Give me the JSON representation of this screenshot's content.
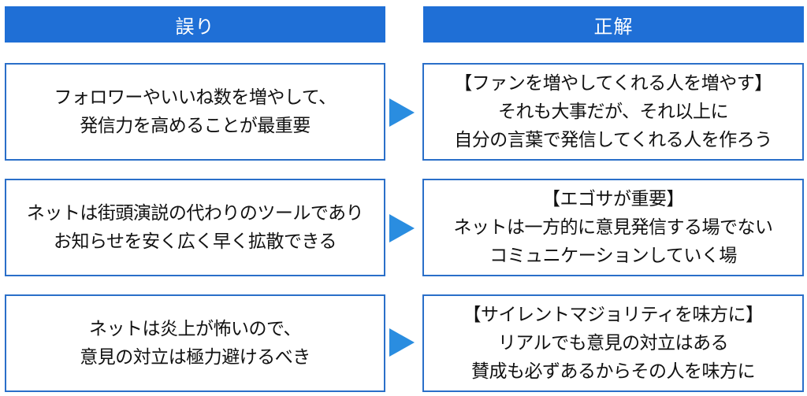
{
  "headers": {
    "wrong": "誤り",
    "correct": "正解"
  },
  "rows": [
    {
      "wrong": [
        "フォロワーやいいね数を増やして、",
        "発信力を高めることが最重要"
      ],
      "correct": [
        "【ファンを増やしてくれる人を増やす】",
        "それも大事だが、それ以上に",
        "自分の言葉で発信してくれる人を作ろう"
      ]
    },
    {
      "wrong": [
        "ネットは街頭演説の代わりのツールであり",
        "お知らせを安く広く早く拡散できる"
      ],
      "correct": [
        "【エゴサが重要】",
        "ネットは一方的に意見発信する場でない",
        "コミュニケーションしていく場"
      ]
    },
    {
      "wrong": [
        "ネットは炎上が怖いので、",
        "意見の対立は極力避けるべき"
      ],
      "correct": [
        "【サイレントマジョリティを味方に】",
        "リアルでも意見の対立はある",
        "賛成も必ずあるからその人を味方に"
      ]
    }
  ],
  "colors": {
    "header_bg": "#1f6fd6",
    "box_border": "#2a6fc9",
    "arrow": "#2a8de0"
  },
  "icons": {
    "arrow": "right-triangle-arrow-icon"
  }
}
